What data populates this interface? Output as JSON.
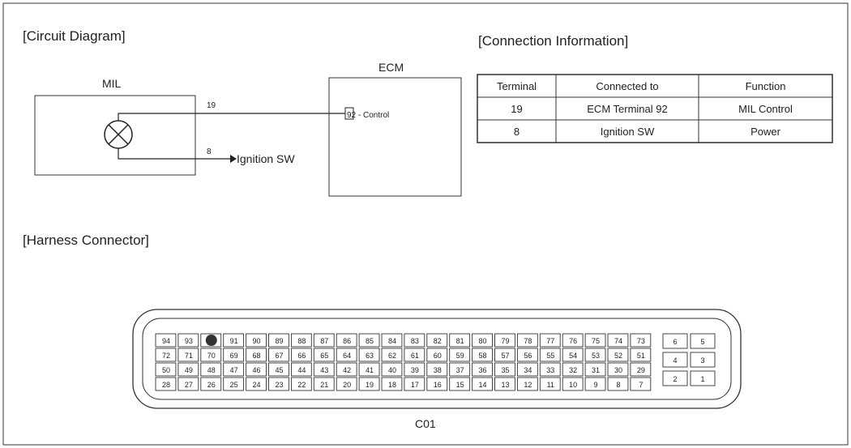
{
  "circuit_diagram": {
    "heading": "[Circuit Diagram]",
    "mil_label": "MIL",
    "ecm_label": "ECM",
    "wire_19_label": "19",
    "wire_8_label": "8",
    "ignition_label": "Ignition SW",
    "ecm_pin_label": "92 - Control"
  },
  "connection_info": {
    "heading": "[Connection Information]",
    "headers": [
      "Terminal",
      "Connected to",
      "Function"
    ],
    "rows": [
      [
        "19",
        "ECM Terminal 92",
        "MIL Control"
      ],
      [
        "8",
        "Ignition SW",
        "Power"
      ]
    ]
  },
  "harness": {
    "heading": "[Harness Connector]",
    "connector_name": "C01",
    "main_rows": [
      [
        "94",
        "93",
        "",
        "91",
        "90",
        "89",
        "88",
        "87",
        "86",
        "85",
        "84",
        "83",
        "82",
        "81",
        "80",
        "79",
        "78",
        "77",
        "76",
        "75",
        "74",
        "73"
      ],
      [
        "72",
        "71",
        "70",
        "69",
        "68",
        "67",
        "66",
        "65",
        "64",
        "63",
        "62",
        "61",
        "60",
        "59",
        "58",
        "57",
        "56",
        "55",
        "54",
        "53",
        "52",
        "51"
      ],
      [
        "50",
        "49",
        "48",
        "47",
        "46",
        "45",
        "44",
        "43",
        "42",
        "41",
        "40",
        "39",
        "38",
        "37",
        "36",
        "35",
        "34",
        "33",
        "32",
        "31",
        "30",
        "29"
      ],
      [
        "28",
        "27",
        "26",
        "25",
        "24",
        "23",
        "22",
        "21",
        "20",
        "19",
        "18",
        "17",
        "16",
        "15",
        "14",
        "13",
        "12",
        "11",
        "10",
        "9",
        "8",
        "7"
      ]
    ],
    "filled_pin_index": 2,
    "side_rows": [
      [
        "6",
        "5"
      ],
      [
        "4",
        "3"
      ],
      [
        "2",
        "1"
      ]
    ]
  }
}
